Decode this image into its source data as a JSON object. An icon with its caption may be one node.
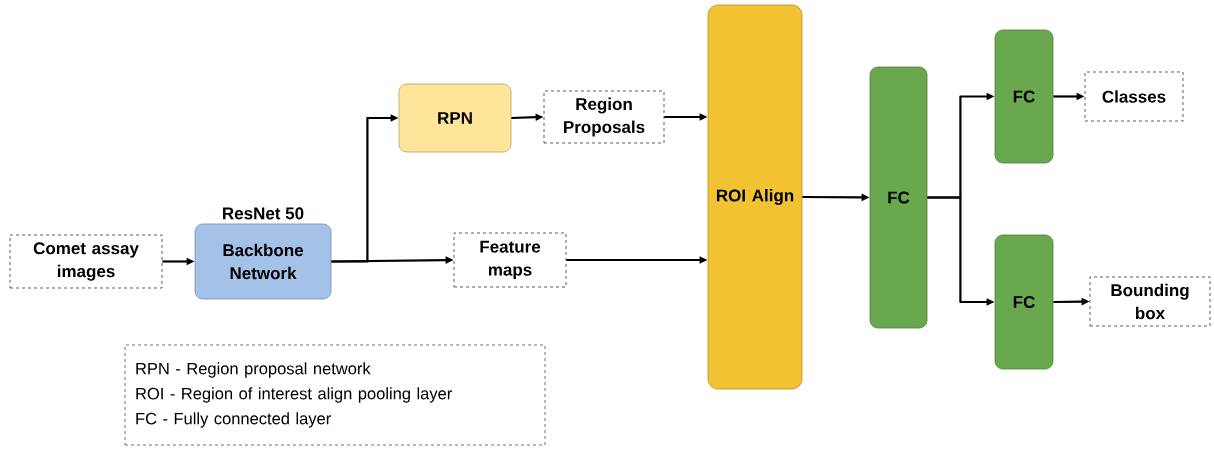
{
  "diagram": {
    "nodes": [
      {
        "text": [
          "Comet assay images"
        ]
      },
      {
        "text": [
          "ResNet 50",
          "Backbone Network"
        ]
      },
      {
        "text": [
          "RPN"
        ]
      },
      {
        "text": [
          "Region Proposals"
        ]
      },
      {
        "text": [
          "Feature maps"
        ]
      },
      {
        "text": [
          "ROI Align"
        ]
      },
      {
        "text": [
          "FC"
        ]
      },
      {
        "text": [
          "FC"
        ]
      },
      {
        "text": [
          "FC"
        ]
      },
      {
        "text": [
          "Classes"
        ]
      },
      {
        "text": [
          "Bounding box"
        ]
      },
      {
        "text": [
          "RPN - Region proposal network",
          "ROI - Region of interest align pooling layer",
          "FC - Fully connected layer"
        ]
      }
    ],
    "edges": [
      {
        "from": 0,
        "to": 1,
        "arrow": "to"
      },
      {
        "from": 1,
        "to": 2,
        "arrow": "to"
      },
      {
        "from": 1,
        "to": 4,
        "arrow": "to"
      },
      {
        "from": 2,
        "to": 3,
        "arrow": "to"
      },
      {
        "from": 3,
        "to": 5,
        "arrow": "to"
      },
      {
        "from": 4,
        "to": 5,
        "arrow": "to"
      },
      {
        "from": 5,
        "to": 6,
        "arrow": "to"
      },
      {
        "from": 6,
        "to": 7,
        "arrow": "to"
      },
      {
        "from": 6,
        "to": 8,
        "arrow": "to"
      },
      {
        "from": 7,
        "to": 9,
        "arrow": "to"
      },
      {
        "from": 8,
        "to": 10,
        "arrow": "to"
      }
    ]
  }
}
